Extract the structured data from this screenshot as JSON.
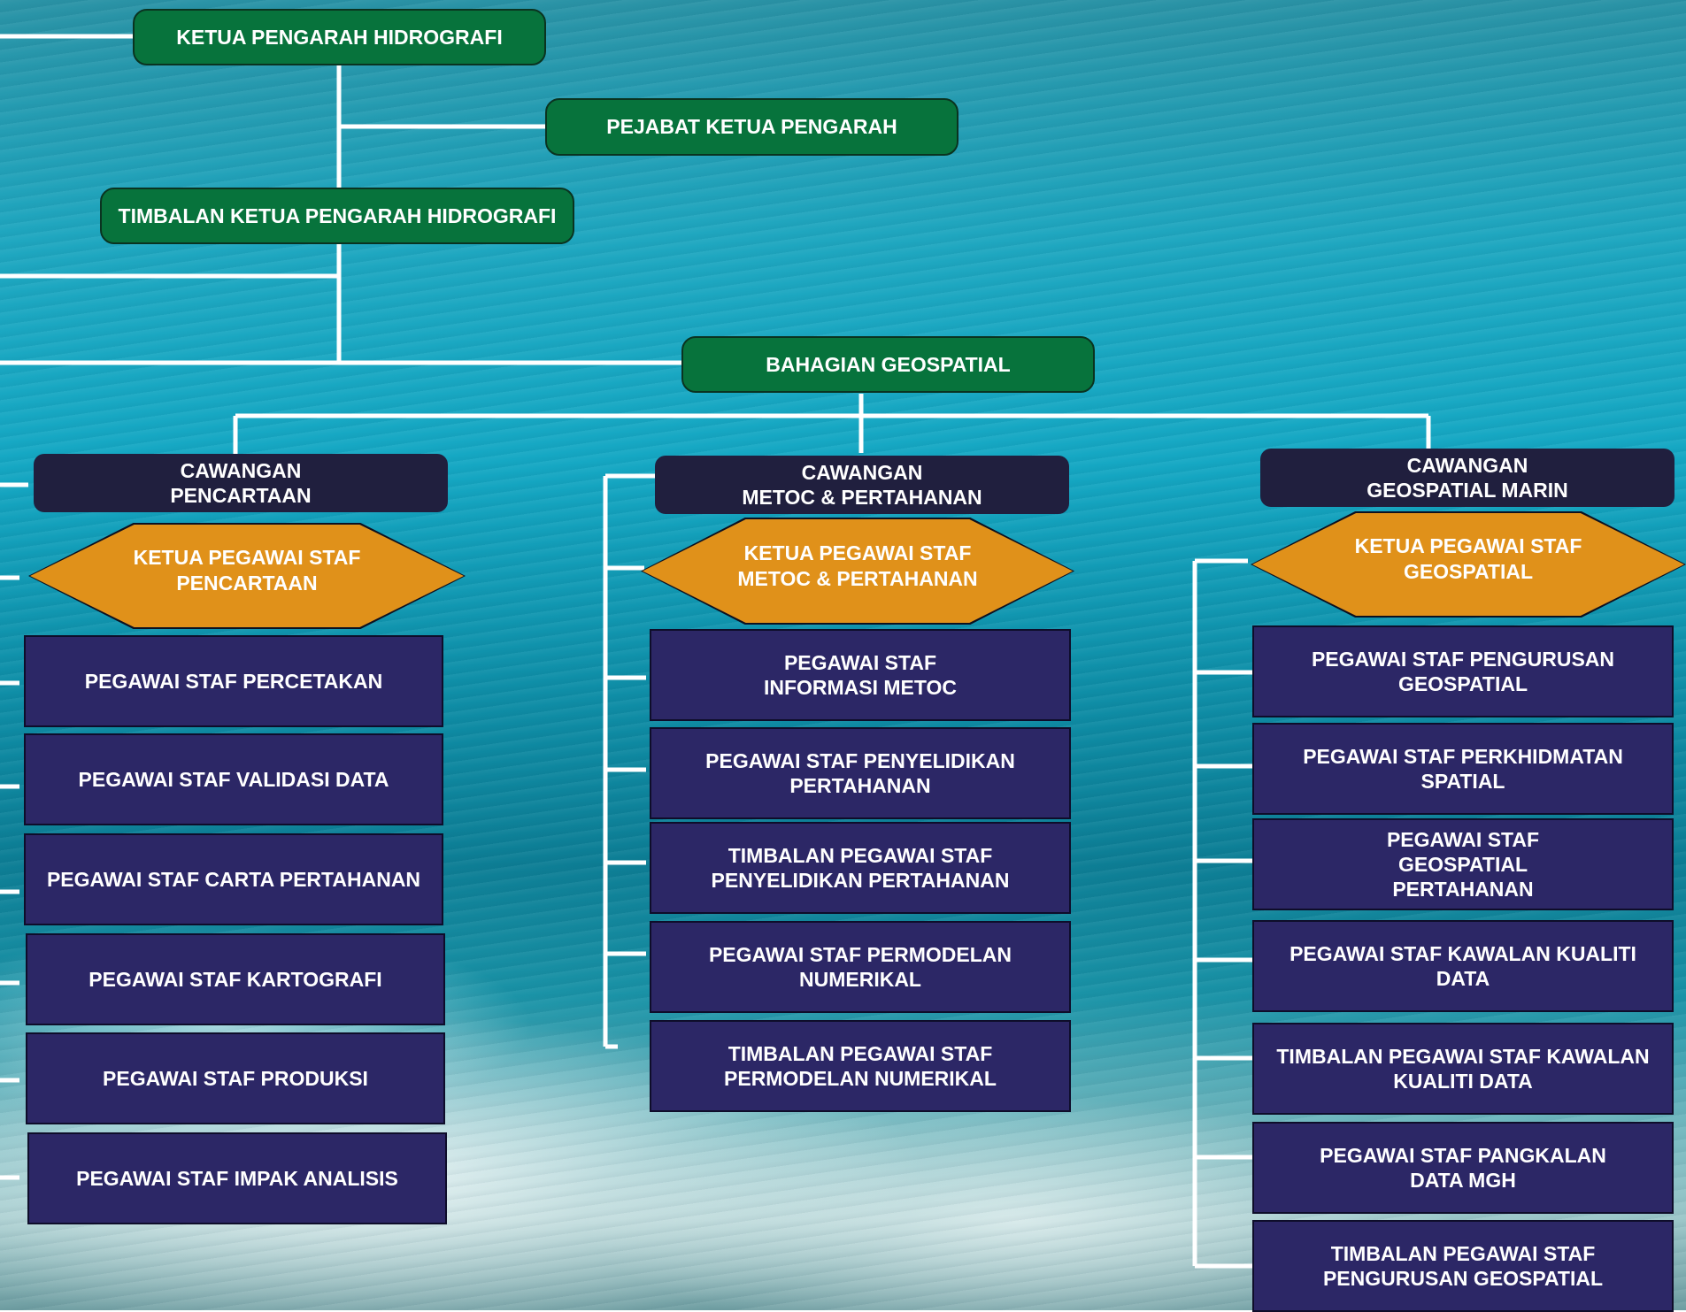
{
  "top": {
    "director": "KETUA PENGARAH HIDROGRAFI",
    "office": "PEJABAT KETUA PENGARAH",
    "deputy": "TIMBALAN KETUA PENGARAH HIDROGRAFI",
    "division": "BAHAGIAN GEOSPATIAL"
  },
  "branches": [
    {
      "head": "CAWANGAN\nPENCARTAAN",
      "chief": "KETUA PEGAWAI STAF\nPENCARTAAN",
      "staff": [
        "PEGAWAI STAF PERCETAKAN",
        "PEGAWAI STAF VALIDASI DATA",
        "PEGAWAI STAF CARTA PERTAHANAN",
        "PEGAWAI STAF KARTOGRAFI",
        "PEGAWAI STAF PRODUKSI",
        "PEGAWAI STAF IMPAK ANALISIS"
      ]
    },
    {
      "head": "CAWANGAN\nMETOC & PERTAHANAN",
      "chief": "KETUA PEGAWAI STAF\nMETOC & PERTAHANAN",
      "staff": [
        "PEGAWAI STAF\nINFORMASI METOC",
        "PEGAWAI STAF PENYELIDIKAN\nPERTAHANAN",
        "TIMBALAN PEGAWAI STAF\nPENYELIDIKAN PERTAHANAN",
        "PEGAWAI STAF PERMODELAN\nNUMERIKAL",
        "TIMBALAN PEGAWAI STAF\nPERMODELAN NUMERIKAL"
      ]
    },
    {
      "head": "CAWANGAN\nGEOSPATIAL MARIN",
      "chief": "KETUA PEGAWAI STAF\nGEOSPATIAL",
      "staff": [
        "PEGAWAI STAF PENGURUSAN\nGEOSPATIAL",
        "PEGAWAI STAF PERKHIDMATAN\nSPATIAL",
        "PEGAWAI STAF\nGEOSPATIAL\nPERTAHANAN",
        "PEGAWAI STAF KAWALAN KUALITI\nDATA",
        "TIMBALAN PEGAWAI STAF KAWALAN\nKUALITI DATA",
        "PEGAWAI STAF PANGKALAN\nDATA MGH",
        "TIMBALAN PEGAWAI STAF\nPENGURUSAN GEOSPATIAL"
      ]
    }
  ],
  "colors": {
    "green_box": "#07733c",
    "branch_head": "#201f3e",
    "chief_hex": "#e0911a",
    "staff_box": "#2c2766",
    "connector": "#ffffff"
  }
}
